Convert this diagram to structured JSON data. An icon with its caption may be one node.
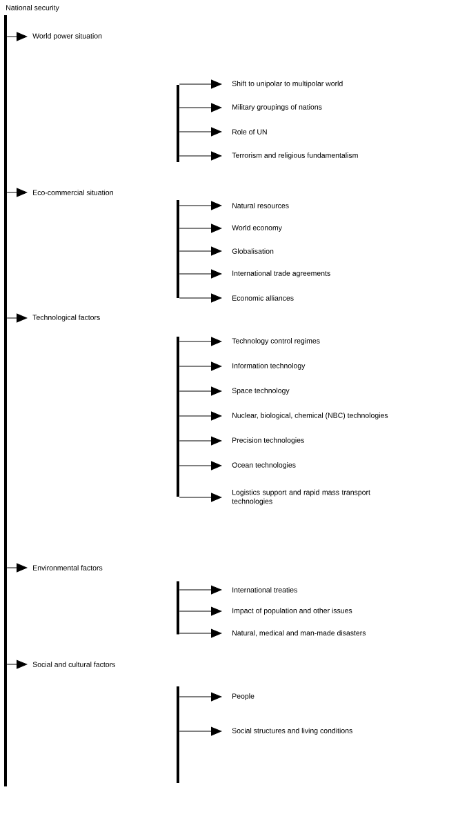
{
  "diagram": {
    "nodes": [
      {
        "text": [
          "National security"
        ]
      },
      {
        "text": [],
        "shape": "bar"
      },
      {
        "text": [
          "World power situation"
        ]
      },
      {
        "text": [],
        "shape": "bar"
      },
      {
        "text": [
          "Shift to unipolar to multipolar world"
        ]
      },
      {
        "text": [
          "Military groupings of nations"
        ]
      },
      {
        "text": [
          "Role of UN"
        ]
      },
      {
        "text": [
          "Terrorism and religious fundamentalism"
        ]
      },
      {
        "text": [
          "Eco-commercial situation"
        ]
      },
      {
        "text": [],
        "shape": "bar"
      },
      {
        "text": [
          "Natural resources"
        ]
      },
      {
        "text": [
          "World economy"
        ]
      },
      {
        "text": [
          "Globalisation"
        ]
      },
      {
        "text": [
          "International trade agreements"
        ]
      },
      {
        "text": [
          "Economic alliances"
        ]
      },
      {
        "text": [
          "Technological factors"
        ]
      },
      {
        "text": [],
        "shape": "bar"
      },
      {
        "text": [
          "Technology control regimes"
        ]
      },
      {
        "text": [
          "Information technology"
        ]
      },
      {
        "text": [
          "Space technology"
        ]
      },
      {
        "text": [
          "Nuclear, biological, chemical (NBC) technologies"
        ]
      },
      {
        "text": [
          "Precision technologies"
        ]
      },
      {
        "text": [
          "Ocean technologies"
        ]
      },
      {
        "text": [
          "Logistics support and rapid mass transport technologies"
        ]
      },
      {
        "text": [
          "Environmental factors"
        ]
      },
      {
        "text": [],
        "shape": "bar"
      },
      {
        "text": [
          "International treaties"
        ]
      },
      {
        "text": [
          "Impact of population and other issues"
        ]
      },
      {
        "text": [
          "Natural, medical and man-made disasters"
        ]
      },
      {
        "text": [
          "Social and cultural factors"
        ]
      },
      {
        "text": [],
        "shape": "bar"
      },
      {
        "text": [
          "People"
        ]
      },
      {
        "text": [
          "Social structures and living conditions"
        ]
      }
    ],
    "edges": [
      {
        "from": 1,
        "to": 2,
        "arrow": "to"
      },
      {
        "from": 1,
        "to": 8,
        "arrow": "to"
      },
      {
        "from": 1,
        "to": 15,
        "arrow": "to"
      },
      {
        "from": 1,
        "to": 24,
        "arrow": "to"
      },
      {
        "from": 1,
        "to": 29,
        "arrow": "to"
      },
      {
        "from": 3,
        "to": 4,
        "arrow": "to"
      },
      {
        "from": 3,
        "to": 5,
        "arrow": "to"
      },
      {
        "from": 3,
        "to": 6,
        "arrow": "to"
      },
      {
        "from": 3,
        "to": 7,
        "arrow": "to"
      },
      {
        "from": 9,
        "to": 10,
        "arrow": "to"
      },
      {
        "from": 9,
        "to": 11,
        "arrow": "to"
      },
      {
        "from": 9,
        "to": 12,
        "arrow": "to"
      },
      {
        "from": 9,
        "to": 13,
        "arrow": "to"
      },
      {
        "from": 9,
        "to": 14,
        "arrow": "to"
      },
      {
        "from": 16,
        "to": 17,
        "arrow": "to"
      },
      {
        "from": 16,
        "to": 18,
        "arrow": "to"
      },
      {
        "from": 16,
        "to": 19,
        "arrow": "to"
      },
      {
        "from": 16,
        "to": 20,
        "arrow": "to"
      },
      {
        "from": 16,
        "to": 21,
        "arrow": "to"
      },
      {
        "from": 16,
        "to": 22,
        "arrow": "to"
      },
      {
        "from": 16,
        "to": 23,
        "arrow": "to"
      },
      {
        "from": 25,
        "to": 26,
        "arrow": "to"
      },
      {
        "from": 25,
        "to": 27,
        "arrow": "to"
      },
      {
        "from": 25,
        "to": 28,
        "arrow": "to"
      },
      {
        "from": 30,
        "to": 31,
        "arrow": "to"
      },
      {
        "from": 30,
        "to": 32,
        "arrow": "to"
      }
    ]
  }
}
